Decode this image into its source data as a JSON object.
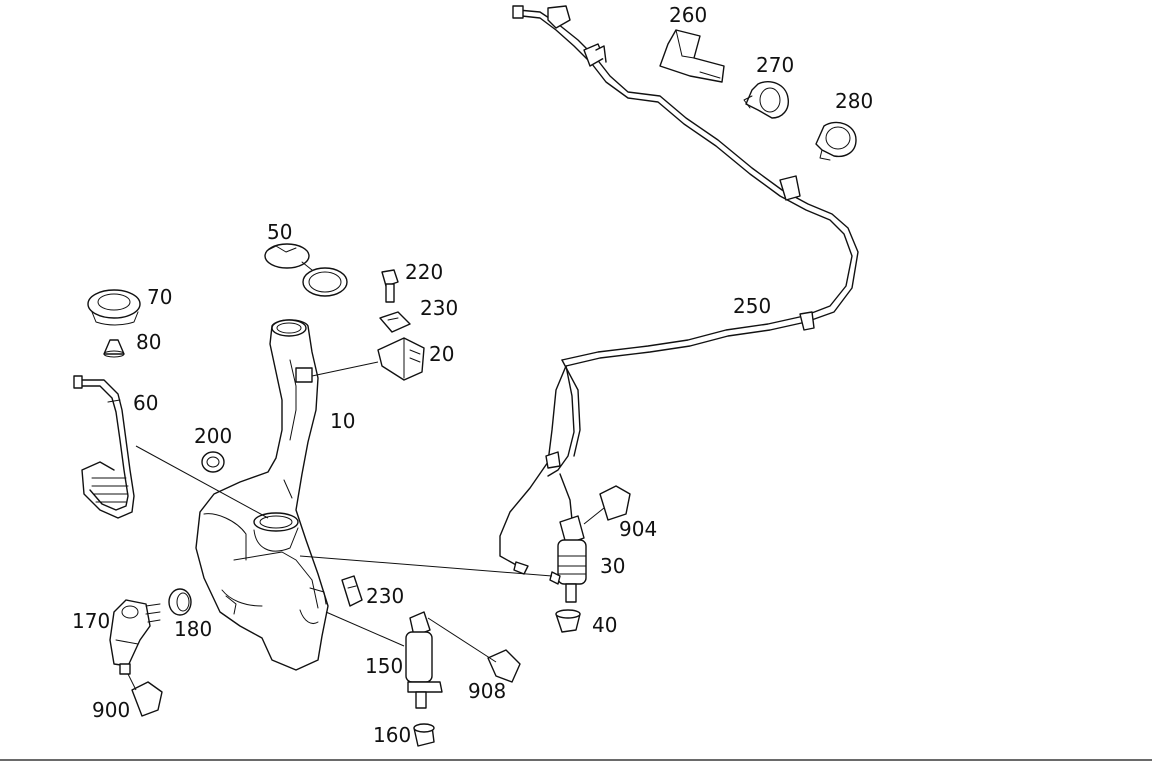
{
  "labels": {
    "p10": "10",
    "p20": "20",
    "p30": "30",
    "p40": "40",
    "p50": "50",
    "p60": "60",
    "p70": "70",
    "p80": "80",
    "p150": "150",
    "p160": "160",
    "p170": "170",
    "p180": "180",
    "p200": "200",
    "p220": "220",
    "p230a": "230",
    "p230b": "230",
    "p250": "250",
    "p260": "260",
    "p270": "270",
    "p280": "280",
    "p900": "900",
    "p904": "904",
    "p908": "908"
  }
}
